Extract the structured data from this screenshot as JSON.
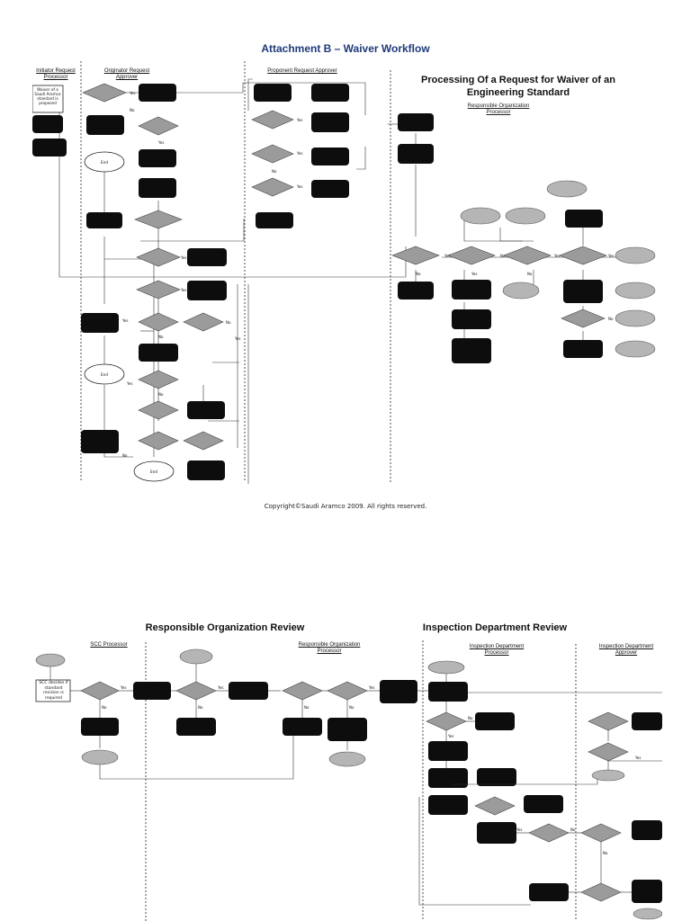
{
  "page1": {
    "title": "Attachment B – Waiver Workflow",
    "main_heading_line1": "Processing Of a Request for Waiver of an",
    "main_heading_line2": "Engineering Standard",
    "lanes": {
      "initiator": "Initiator Request Processor",
      "originator": "Originator Request Approver",
      "proponent": "Proponent Request Approver",
      "responsible": "Responsible Organization Processor"
    },
    "start_box": "Waiver of a Saudi Aramco standard is proposed",
    "end_label": "End",
    "yes": "Yes",
    "no": "No",
    "copyright": "Copyright©Saudi Aramco 2009. All rights reserved."
  },
  "page2": {
    "left_heading": "Responsible Organization Review",
    "right_heading": "Inspection Department Review",
    "lanes": {
      "scc": "SCC Processor",
      "ro_processor": "Responsible Organization Processor",
      "id_processor": "Inspection Department Processor",
      "id_approver": "Inspection Department Approver"
    },
    "start_box": "SCC decides if standard revision is required"
  }
}
